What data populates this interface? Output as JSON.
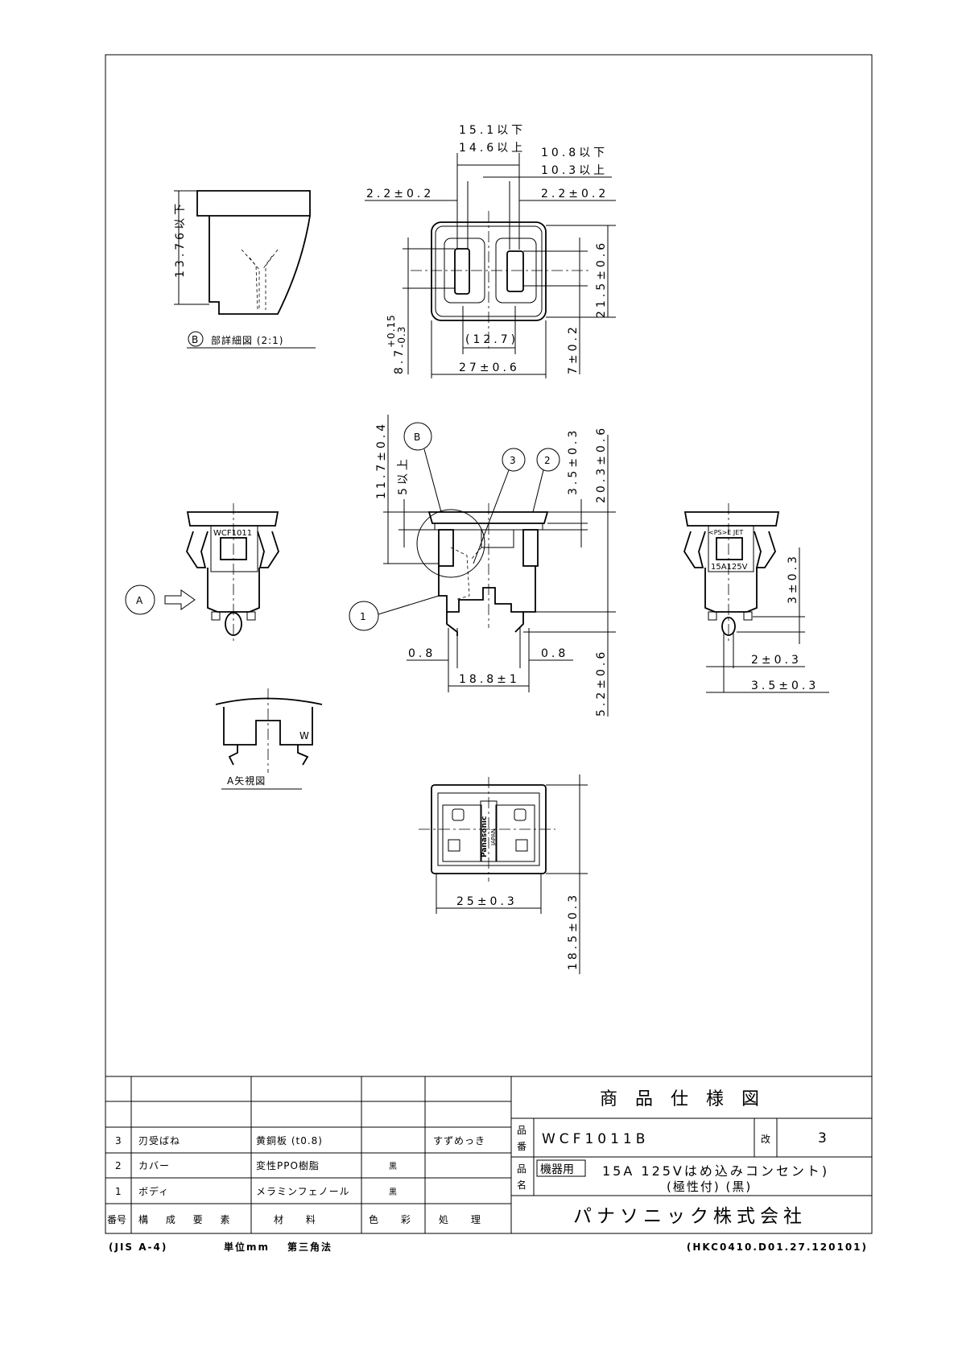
{
  "dims": [
    "15.1以下",
    "14.6以上",
    "10.8以下",
    "10.3以上",
    "2.2±0.2",
    "2.2±0.2",
    "(12.7)",
    "27±0.6",
    "8.7",
    "7±0.2",
    "21.5±0.6",
    "13.76以下",
    "部詳細図 (2:1)",
    "11.7±0.4",
    "5以上",
    "3.5±0.3",
    "20.3±0.6",
    "0.8",
    "0.8",
    "18.8±1",
    "5.2±0.6",
    "3±0.3",
    "2±0.3",
    "3.5±0.3",
    "A矢視図",
    "25±0.3",
    "18.5±0.3"
  ],
  "tolerance": {
    "plus": "+0.15",
    "minus": "-0.3"
  },
  "callouts": {
    "b_detail": "B",
    "b": "B",
    "c3": "3",
    "c2": "2",
    "c1": "1",
    "a": "A",
    "w": "W"
  },
  "part_labels": {
    "model": "WCF1011",
    "marks": "<PS>E JET",
    "rating": "15A125V",
    "brand": "Panasonic",
    "origin": "JAPAN"
  },
  "parts_table": {
    "rows": [
      {
        "no": "3",
        "name": "刃受ばね",
        "material": "黄銅板 (t0.8)",
        "color": "",
        "finish": "すずめっき"
      },
      {
        "no": "2",
        "name": "カバー",
        "material": "変性PPO樹脂",
        "color": "黒",
        "finish": ""
      },
      {
        "no": "1",
        "name": "ボディ",
        "material": "メラミンフェノール",
        "color": "黒",
        "finish": ""
      }
    ],
    "headers": {
      "no": "番号",
      "name": "構 成 要 素",
      "material": "材  料",
      "color": "色  彩",
      "finish": "処  理"
    }
  },
  "title_block": {
    "title": "商品仕様図",
    "part_no_label_1": "品",
    "part_no_label_2": "番",
    "part_no": "WCF1011B",
    "rev_label": "改",
    "rev": "3",
    "name_label_1": "品",
    "name_label_2": "名",
    "category": "機器用",
    "name_line1": "15A 125Vはめ込みコンセント)",
    "name_line2": "(極性付) (黒)",
    "company": "パナソニック株式会社"
  },
  "footer": {
    "standard": "(JIS A-4)",
    "unit": "単位mm",
    "projection": "第三角法",
    "doc_code": "(HKC0410.D01.27.120101)"
  }
}
